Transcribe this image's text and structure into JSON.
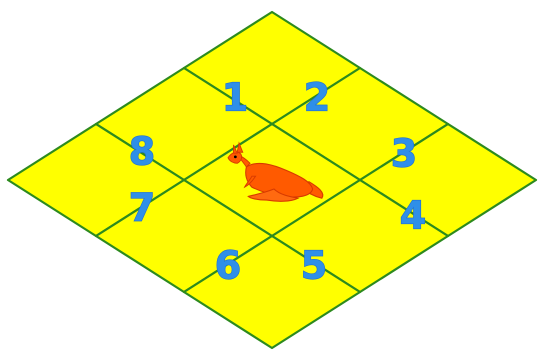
{
  "board": {
    "grid_size": 3,
    "center_piece": "kangaroo",
    "colors": {
      "tile_fill": "#ffff00",
      "grid_line": "#2d8a1e",
      "number_fill": "#2f8fe8",
      "number_stroke": "#1f6fd0",
      "kangaroo_body": "#ff5a00",
      "kangaroo_shade": "#d63a00"
    },
    "labels": [
      {
        "text": "1",
        "tile": "north"
      },
      {
        "text": "2",
        "tile": "north"
      },
      {
        "text": "3",
        "tile": "east"
      },
      {
        "text": "4",
        "tile": "east"
      },
      {
        "text": "5",
        "tile": "south"
      },
      {
        "text": "6",
        "tile": "south"
      },
      {
        "text": "7",
        "tile": "west"
      },
      {
        "text": "8",
        "tile": "west"
      }
    ]
  }
}
